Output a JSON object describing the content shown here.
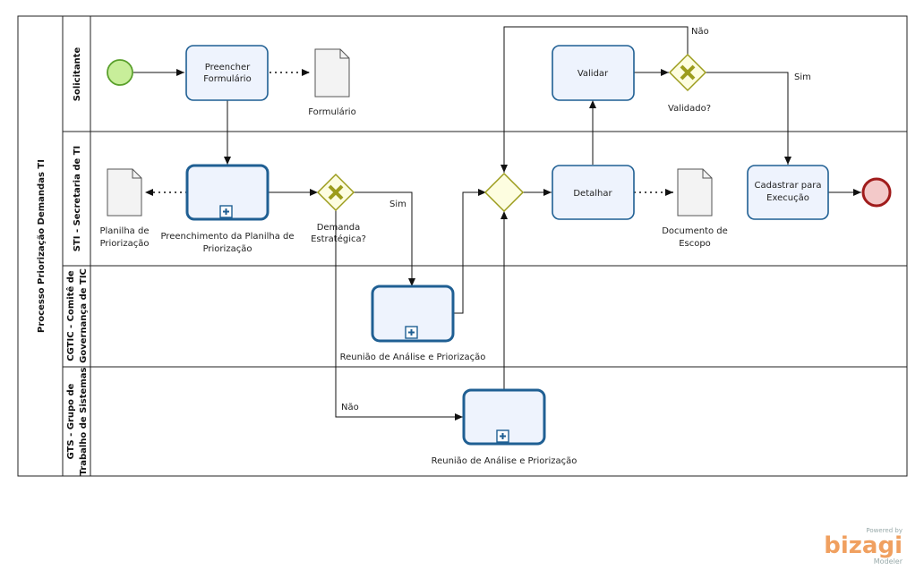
{
  "pool": {
    "title": "Processo Priorização Demandas TI"
  },
  "lanes": [
    {
      "label_lines": [
        "Solicitante"
      ]
    },
    {
      "label_lines": [
        "STI - Secretaria de TI"
      ]
    },
    {
      "label_lines": [
        "CGTIC - Comitê de",
        "Governança de TIC"
      ]
    },
    {
      "label_lines": [
        "GTS - Grupo de",
        "Trabalho de Sistemas"
      ]
    }
  ],
  "tasks": {
    "preencher": [
      "Preencher",
      "Formulário"
    ],
    "validar": [
      "Validar"
    ],
    "detalhar": [
      "Detalhar"
    ],
    "cadastrar": [
      "Cadastrar para",
      "Execução"
    ]
  },
  "subprocesses": {
    "planilha": [
      "Preenchimento da Planilha de",
      "Priorização"
    ],
    "reuniao_cgtic": [
      "Reunião de Análise e Priorização"
    ],
    "reuniao_gts": [
      "Reunião de Análise e Priorização"
    ]
  },
  "artifacts": {
    "formulario": [
      "Formulário"
    ],
    "planilha": [
      "Planilha de",
      "Priorização"
    ],
    "documento": [
      "Documento de",
      "Escopo"
    ]
  },
  "gateways": {
    "demanda": [
      "Demanda",
      "Estratégica?"
    ],
    "validado": [
      "Validado?"
    ]
  },
  "flow_labels": {
    "demanda_sim": "Sim",
    "demanda_nao": "Não",
    "validado_sim": "Sim",
    "validado_nao": "Não"
  },
  "branding": {
    "powered_by": "Powered by",
    "name": "bizagi",
    "product": "Modeler"
  },
  "colors": {
    "task_stroke": "#1f5f93",
    "task_fill": "#eef3fd",
    "start_fill": "#c8ee9a",
    "start_stroke": "#5aa02c",
    "end_fill": "#f3c9c9",
    "end_stroke": "#a01c1c",
    "gateway_stroke": "#9c9c1c",
    "gateway_fill": "#fdfde0"
  }
}
